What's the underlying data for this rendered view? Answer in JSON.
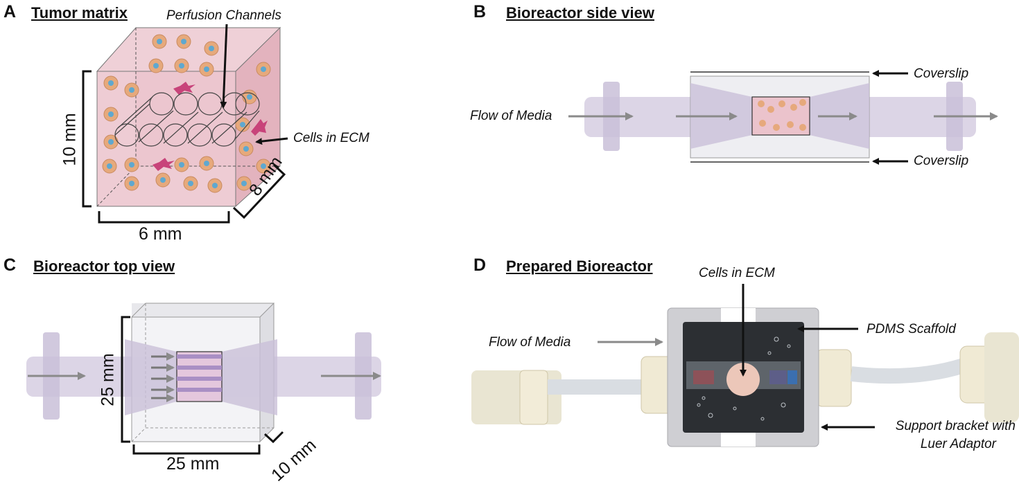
{
  "panels": {
    "a": {
      "letter": "A",
      "title": "Tumor matrix",
      "labels": {
        "perfusion": "Perfusion Channels",
        "cells": "Cells in ECM"
      },
      "dims": {
        "height": "10 mm",
        "width": "6 mm",
        "depth": "8 mm"
      }
    },
    "b": {
      "letter": "B",
      "title": "Bioreactor side view",
      "labels": {
        "flow": "Flow of Media",
        "coverslip_top": "Coverslip",
        "coverslip_bottom": "Coverslip"
      }
    },
    "c": {
      "letter": "C",
      "title": "Bioreactor top view",
      "dims": {
        "height": "25 mm",
        "width": "25 mm",
        "depth": "10 mm"
      }
    },
    "d": {
      "letter": "D",
      "title": "Prepared Bioreactor",
      "labels": {
        "cells": "Cells in ECM",
        "flow": "Flow of Media",
        "pdms": "PDMS Scaffold",
        "support_line1": "Support bracket with",
        "support_line2": "Luer Adaptor"
      }
    }
  },
  "colors": {
    "matrix_pink": "#e9bfc8",
    "tube_purple": "#c9bfd8",
    "cell_orange": "#e6a97c",
    "cell_nucleus": "#5fa8cf",
    "arrow_gray": "#8a8a8a"
  }
}
